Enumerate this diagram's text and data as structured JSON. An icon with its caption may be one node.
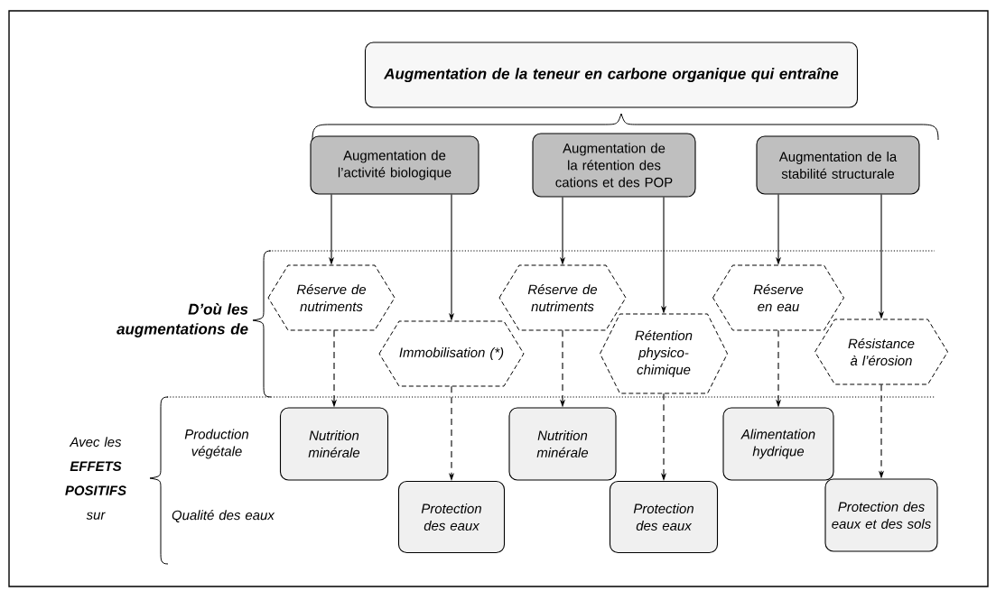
{
  "diagram": {
    "nodes": [
      {
        "text": [
          "Augmentation de la teneur en carbone organique qui entraîne"
        ]
      },
      {
        "text": [
          "Augmentation de l’activité biologique"
        ]
      },
      {
        "text": [
          "Augmentation de la rétention des cations et des POP"
        ]
      },
      {
        "text": [
          "Augmentation de la stabilité structurale"
        ]
      },
      {
        "text": [
          "Réserve de nutriments"
        ]
      },
      {
        "text": [
          "Immobilisation (*)"
        ]
      },
      {
        "text": [
          "Réserve de nutriments"
        ]
      },
      {
        "text": [
          "Rétention physico-chimique"
        ]
      },
      {
        "text": [
          "Réserve en eau"
        ]
      },
      {
        "text": [
          "Résistance à l’érosion"
        ]
      },
      {
        "text": [
          "Nutrition minérale"
        ]
      },
      {
        "text": [
          "Protection des eaux"
        ]
      },
      {
        "text": [
          "Nutrition minérale"
        ]
      },
      {
        "text": [
          "Protection des eaux"
        ]
      },
      {
        "text": [
          "Alimentation hydrique"
        ]
      },
      {
        "text": [
          "Protection des eaux et des sols"
        ]
      }
    ],
    "edges": [
      {
        "from": 1,
        "to": 4,
        "arrow": "to"
      },
      {
        "from": 1,
        "to": 5,
        "arrow": "to"
      },
      {
        "from": 2,
        "to": 6,
        "arrow": "to"
      },
      {
        "from": 2,
        "to": 7,
        "arrow": "to"
      },
      {
        "from": 3,
        "to": 8,
        "arrow": "to"
      },
      {
        "from": 3,
        "to": 9,
        "arrow": "to"
      },
      {
        "from": 4,
        "to": 10,
        "arrow": "to",
        "style": "dashed"
      },
      {
        "from": 5,
        "to": 11,
        "arrow": "to",
        "style": "dashed"
      },
      {
        "from": 6,
        "to": 12,
        "arrow": "to",
        "style": "dashed"
      },
      {
        "from": 7,
        "to": 13,
        "arrow": "to",
        "style": "dashed"
      },
      {
        "from": 8,
        "to": 14,
        "arrow": "to",
        "style": "dashed"
      },
      {
        "from": 9,
        "to": 15,
        "arrow": "to",
        "style": "dashed"
      }
    ],
    "labels": [
      "D’où les augmentations de",
      "Production végétale",
      "Avec les **EFFETS POSITIFS** sur",
      "Qualité des eaux"
    ]
  }
}
